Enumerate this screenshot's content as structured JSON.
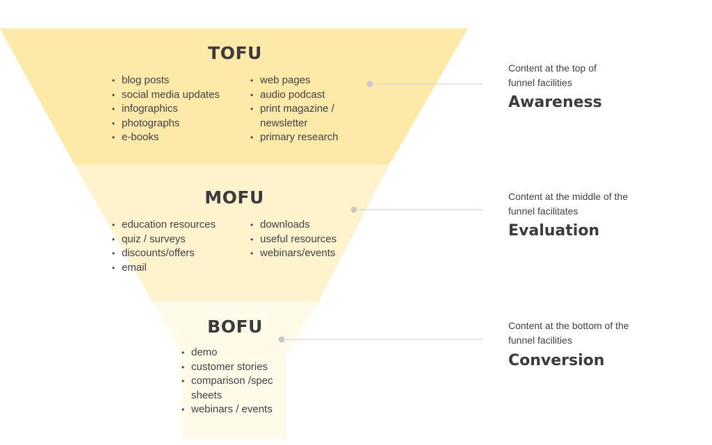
{
  "stages": [
    {
      "title": "TOFU",
      "col1": [
        "blog posts",
        "social media updates",
        "infographics",
        "photographs",
        "e-books"
      ],
      "col2": [
        "web pages",
        "audio podcast",
        "print magazine / newsletter",
        "primary research"
      ],
      "description": "Content at the top of funnel facilities",
      "phase": "Awareness"
    },
    {
      "title": "MOFU",
      "col1": [
        "education resources",
        "quiz / surveys",
        "discounts/offers",
        "email"
      ],
      "col2": [
        "downloads",
        "useful resources",
        "webinars/events"
      ],
      "description": "Content at the middle of the funnel facilitates",
      "phase": "Evaluation"
    },
    {
      "title": "BOFU",
      "col1": [
        "demo",
        "customer stories",
        "comparison /spec sheets",
        "webinars / events"
      ],
      "description": "Content at the bottom of the funnel facilities",
      "phase": "Conversion"
    }
  ],
  "colors": {
    "top": "#fdeaa8",
    "middle": "#fef3cd",
    "bottom": "#fffbe8",
    "connector": "#d4d4d4",
    "dot": "#c9c9c9",
    "text": "#3f3f46"
  }
}
